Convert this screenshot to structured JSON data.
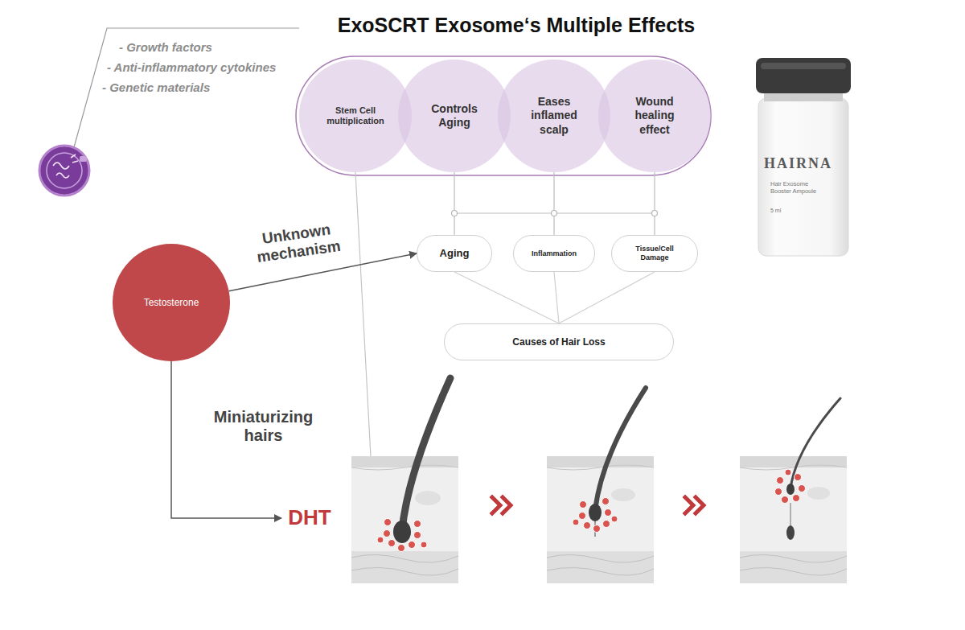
{
  "diagram": {
    "title": "ExoSCRT Exosome‘s Multiple Effects",
    "nodes": [
      {
        "text": [
          "Stem Cell multiplication"
        ]
      },
      {
        "text": [
          "Controls Aging"
        ]
      },
      {
        "text": [
          "Eases inflamed scalp"
        ]
      },
      {
        "text": [
          "Wound healing effect"
        ]
      },
      {
        "text": [
          "Testosterone"
        ]
      },
      {
        "text": [
          "Aging"
        ]
      },
      {
        "text": [
          "Inflammation"
        ]
      },
      {
        "text": [
          "Tissue/Cell Damage"
        ]
      },
      {
        "text": [
          "Causes of Hair Loss"
        ]
      },
      {
        "text": [
          "DHT"
        ]
      }
    ],
    "edges": [
      {
        "from": 1,
        "to": 5,
        "arrow": "none"
      },
      {
        "from": 2,
        "to": 6,
        "arrow": "none"
      },
      {
        "from": 3,
        "to": 7,
        "arrow": "none"
      },
      {
        "from": 4,
        "to": 5,
        "label": "Unknown mechanism",
        "arrow": "to"
      },
      {
        "from": 5,
        "to": 8,
        "arrow": "none"
      },
      {
        "from": 6,
        "to": 8,
        "arrow": "none"
      },
      {
        "from": 7,
        "to": 8,
        "arrow": "none"
      },
      {
        "from": 4,
        "to": 9,
        "label": "Miniaturizing hairs",
        "arrow": "to"
      }
    ],
    "labels": [
      "- Growth factors",
      "- Anti-inflammatory cytokines",
      "- Genetic materials",
      "HAIRNA",
      "Hair Exosome Booster Ampoule",
      "5 ml"
    ]
  }
}
